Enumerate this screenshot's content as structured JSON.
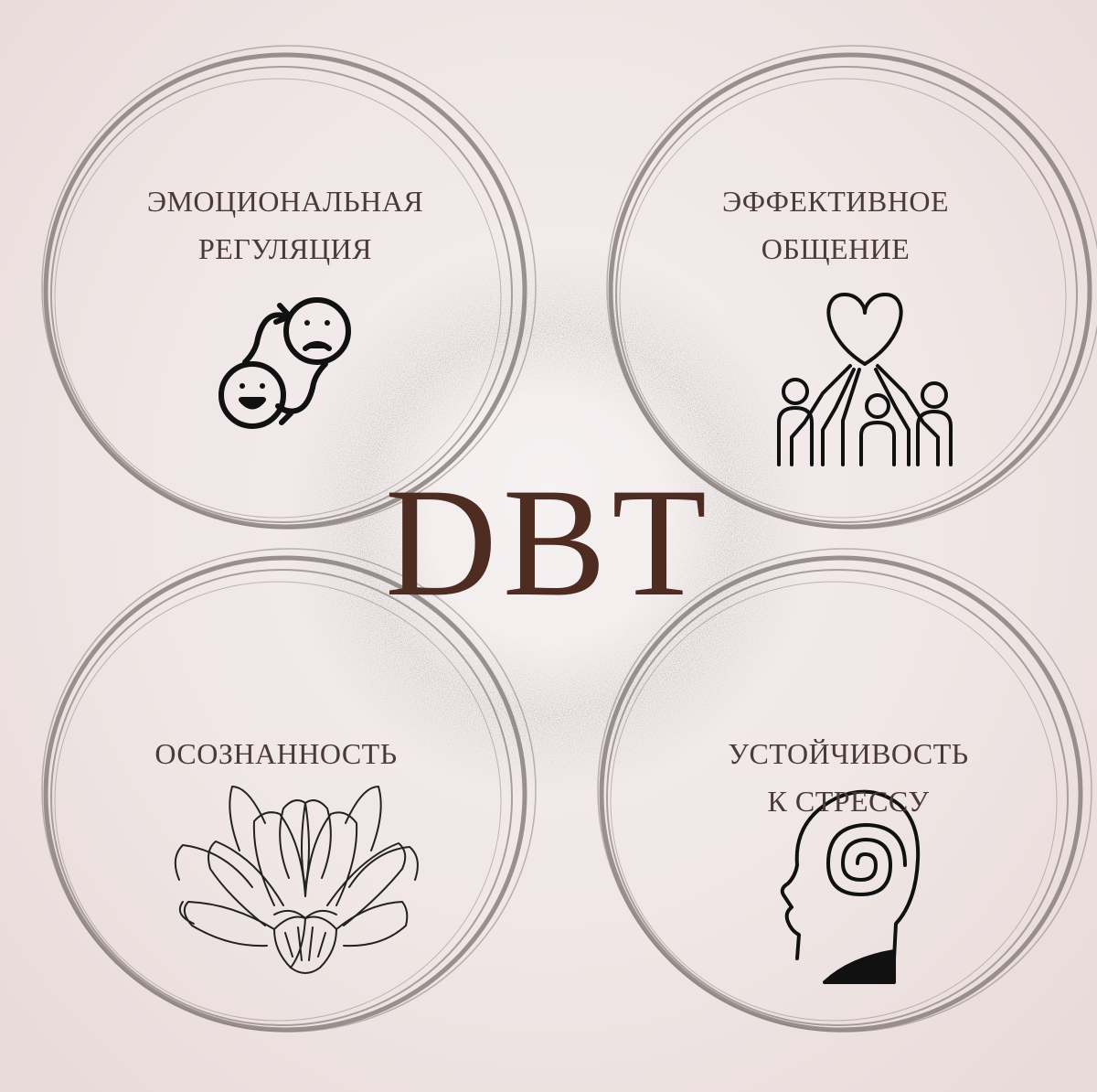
{
  "title": "DBT",
  "quadrants": {
    "top_left": {
      "lines": [
        "ЭМОЦИОНАЛЬНАЯ",
        "РЕГУЛЯЦИЯ"
      ],
      "icon": "emotion-cycle-icon"
    },
    "top_right": {
      "lines": [
        "ЭФФЕКТИВНОЕ",
        "ОБЩЕНИЕ"
      ],
      "icon": "people-heart-icon"
    },
    "bottom_left": {
      "lines": [
        "ОСОЗНАННОСТЬ"
      ],
      "icon": "lotus-icon"
    },
    "bottom_right": {
      "lines": [
        "УСТОЙЧИВОСТЬ",
        "К СТРЕССУ"
      ],
      "icon": "head-spiral-icon"
    }
  },
  "colors": {
    "background": "#efe6e5",
    "ring": "#8a807d",
    "label_text": "#4a3b38",
    "title_text": "#4e2c21",
    "icon_stroke": "#111111"
  }
}
